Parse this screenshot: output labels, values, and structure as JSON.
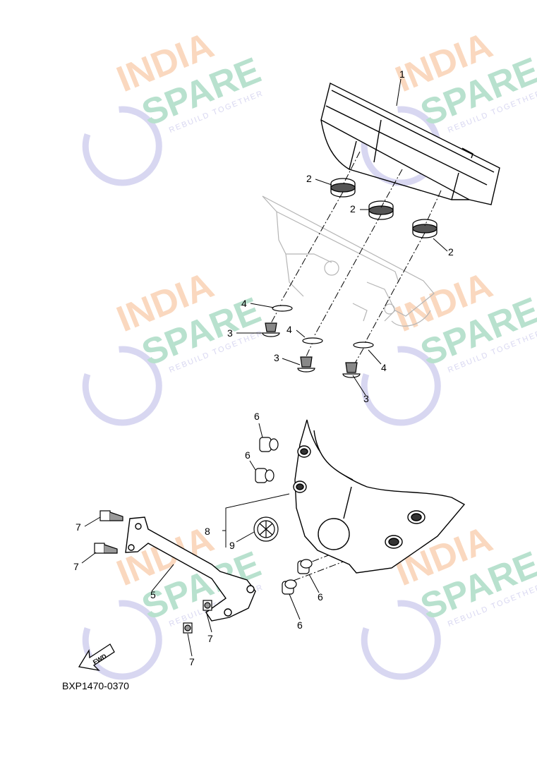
{
  "diagram": {
    "drawing_code": "BXP1470-0370",
    "direction_badge": "FWD",
    "callouts": [
      "1",
      "2",
      "2",
      "2",
      "3",
      "3",
      "3",
      "4",
      "4",
      "4",
      "5",
      "6",
      "6",
      "6",
      "6",
      "7",
      "7",
      "7",
      "7",
      "8",
      "9"
    ]
  },
  "watermark": {
    "line1": "INDIA",
    "line2": "SPARE",
    "tagline": "REBUILD TOGETHER",
    "color_orange": "#f6b98a",
    "color_green": "#7fc9a6",
    "color_blue": "#b9b6e6"
  },
  "colors": {
    "line": "#000000",
    "ghost": "#b5b5b5"
  }
}
